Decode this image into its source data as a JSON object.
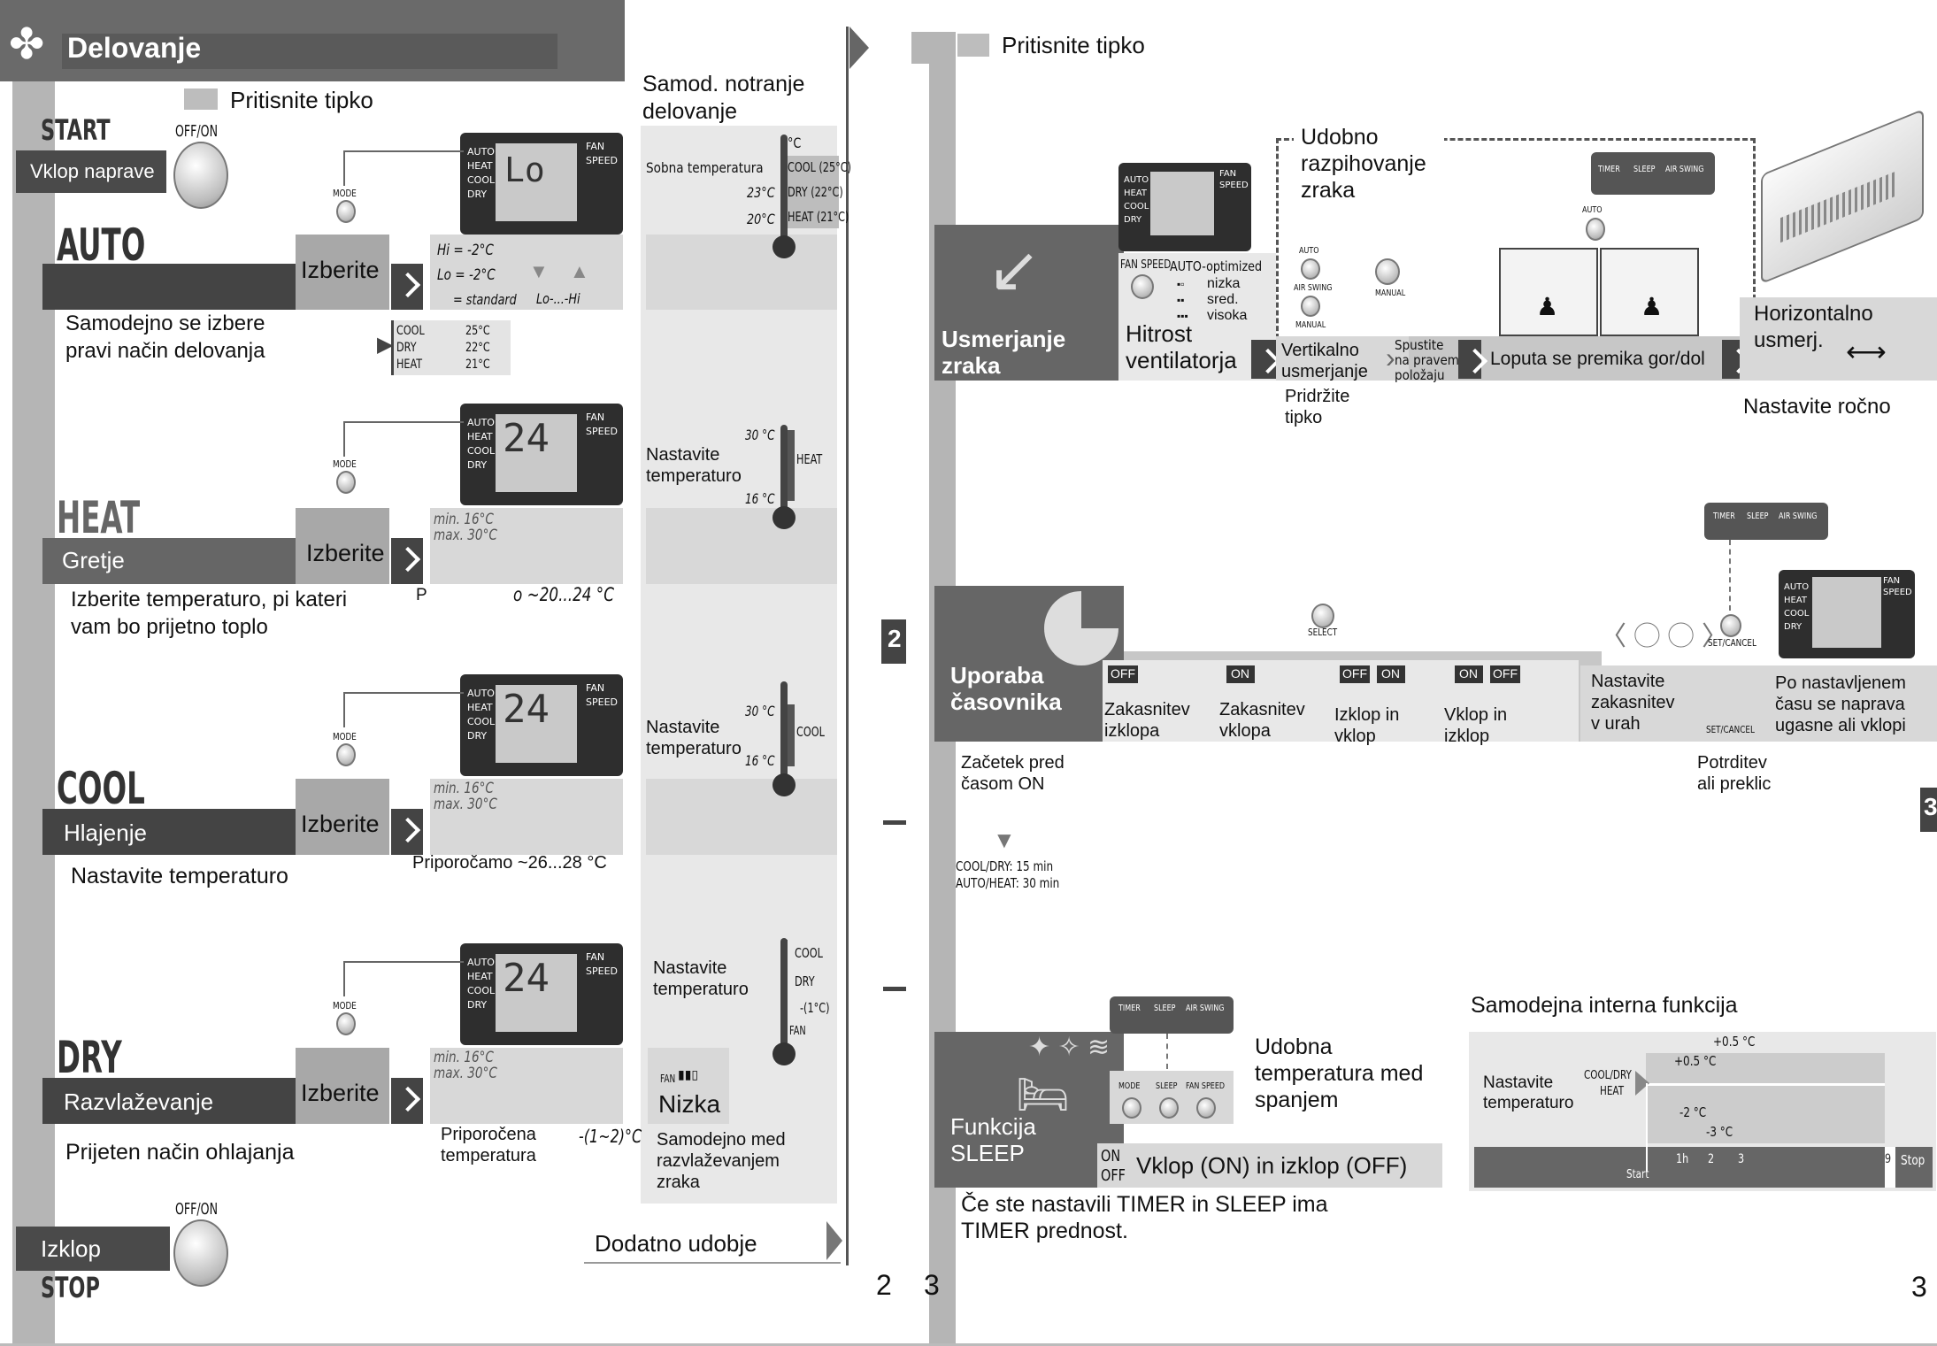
{
  "left": {
    "header_title": "Delovanje",
    "press_key": "Pritisnite tipko",
    "off_on": "OFF/ON",
    "start": "START",
    "start_sub": "Vklop naprave",
    "auto_title": "AUTO",
    "auto_choose": "Izberite",
    "auto_desc": "Samodejno se izbere\npravi način delovanja",
    "auto_hi": "Hi = -2°C",
    "auto_lo": "Lo = -2°C",
    "auto_std": "= standard",
    "auto_lohi": "Lo-...-Hi",
    "auto_cool": "COOL",
    "auto_dry": "DRY",
    "auto_heat": "HEAT",
    "auto_t_cool": "25°C",
    "auto_t_dry": "22°C",
    "auto_t_heat": "21°C",
    "heat_title": "HEAT",
    "heat_sub": "Gretje",
    "heat_choose": "Izberite",
    "heat_desc": "Izberite temperaturo, pi kateri\nvam bo prijetno toplo",
    "heat_minmax": "min. 16°C\nmax. 30°C",
    "heat_rec_p": "P",
    "heat_rec": "o ~20...24 °C",
    "cool_title": "COOL",
    "cool_sub": "Hlajenje",
    "cool_choose": "Izberite",
    "cool_desc": "Nastavite temperaturo",
    "cool_minmax": "min. 16°C\nmax. 30°C",
    "cool_rec": "Priporočamo ~26...28 °C",
    "dry_title": "DRY",
    "dry_sub": "Razvlaževanje",
    "dry_choose": "Izberite",
    "dry_desc": "Prijeten način ohlajanja",
    "dry_minmax": "min. 16°C\nmax. 30°C",
    "dry_rec": "Priporočena\ntemperatura",
    "dry_rec_val": "-(1~2)°C",
    "stop_sub": "Izklop",
    "stop": "STOP",
    "off_on_2": "OFF/ON",
    "lcd_modes": "AUTO\nHEAT\nCOOL\nDRY",
    "lcd_lo": "Lo",
    "lcd_24": "24",
    "lcd_auto": "AUTO",
    "lcd_fan": "FAN\nSPEED",
    "mode_label": "MODE",
    "side_title": "Samod. notranje\ndelovanje",
    "side_room": "Sobna temperatura",
    "side_23": "23°C",
    "side_20": "20°C",
    "side_c": "°C",
    "side_cool": "COOL (25°C)",
    "side_dry": "DRY (22°C)",
    "side_heat": "HEAT (21°C)",
    "side_set": "Nastavite\ntemperaturo",
    "side_30": "30 °C",
    "side_16": "16 °C",
    "side_heat_lbl": "HEAT",
    "side_cool_lbl": "COOL",
    "side_dry_cool": "COOL",
    "side_dry_dry": "DRY",
    "side_dry_minus": "-(1°C)",
    "side_fan": "FAN",
    "side_low": "Nizka",
    "side_dry_note": "Samodejno med\nrazvlaževanjem\nzraka",
    "extra": "Dodatno udobje",
    "page_num": "2",
    "page_tab": "2"
  },
  "right": {
    "press_key": "Pritisnite tipko",
    "airflow_title": "Usmerjanje\nzraka",
    "fan_speed": "Hitrost\nventilatorja",
    "fan_auto": "AUTO-optimized",
    "fan_low": "nizka",
    "fan_mid": "sred.",
    "fan_high": "visoka",
    "fan_speed_btn": "FAN SPEED",
    "comfort_air": "Udobno\nrazpihovanje\nzraka",
    "vertical": "Vertikalno\nusmerjanje",
    "hold": "Pridržite\ntipko",
    "lower": "Spustite\nna pravem\npoložaju",
    "louver": "Loputa se premika gor/dol",
    "horizontal": "Horizontalno\nusmerj.",
    "manual_set": "Nastavite ročno",
    "btn_auto": "AUTO",
    "btn_airswing": "AIR SWING",
    "btn_manual": "MANUAL",
    "btn_manual2": "MANUAL",
    "btn_timer": "TIMER",
    "btn_sleep": "SLEEP",
    "btn_air": "AIR SWING",
    "timer_title": "Uporaba\nčasovnika",
    "t_off": "OFF",
    "t_on": "ON",
    "t_delay_off": "Zakasnitev\nizklopa",
    "t_delay_on": "Zakasnitev\nvklopa",
    "t_off_on": "Izklop in\nvklop",
    "t_on_off": "Vklop in\nizklop",
    "t_set_hours": "Nastavite\nzakasnitev\nv urah",
    "t_after": "Po nastavljenem\nčasu se naprava\nugasne ali vklopi",
    "t_start_before": "Začetek pred\nčasom ON",
    "t_confirm": "Potrditev\nali preklic",
    "t_select": "SELECT",
    "t_setcancel": "SET/CANCEL",
    "t_cooldry": "COOL/DRY: 15 min\nAUTO/HEAT: 30 min",
    "sleep_title": "Funkcija\nSLEEP",
    "sleep_comfort": "Udobna\ntemperatura med\nspanjem",
    "sleep_onoff": "Vklop (ON) in izklop (OFF)",
    "sleep_on": "ON",
    "sleep_off": "OFF",
    "sleep_note": "Če ste nastavili TIMER in SLEEP ima\nTIMER prednost.",
    "auto_internal": "Samodejna interna funkcija",
    "ai_set": "Nastavite\ntemperaturo",
    "ai_cooldry": "COOL/DRY",
    "ai_heat": "HEAT",
    "ai_p05a": "+0.5 °C",
    "ai_p05b": "+0.5 °C",
    "ai_m2": "-2 °C",
    "ai_m3": "-3 °C",
    "ai_start": "Start",
    "ai_1h": "1h",
    "ai_2": "2",
    "ai_3": "3",
    "ai_9": "9",
    "ai_stop": "Stop",
    "btn_mode": "MODE",
    "btn_sleep2": "SLEEP",
    "btn_fanspeed": "FAN SPEED",
    "page_num": "3",
    "page_num_left": "3",
    "page_tab": "3"
  }
}
